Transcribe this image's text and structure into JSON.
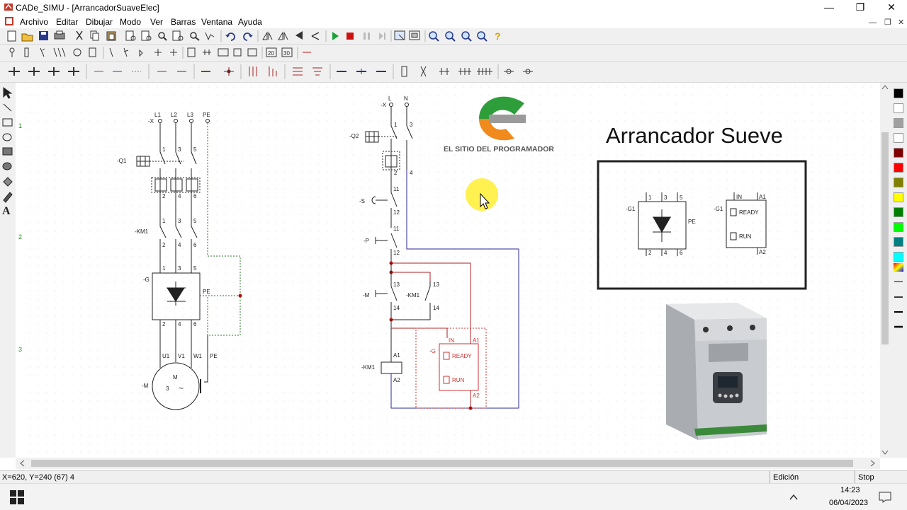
{
  "window": {
    "title": "CADe_SIMU - [ArrancadorSuaveElec]",
    "controls": {
      "minimize": "—",
      "maximize": "❐",
      "close": "✕"
    }
  },
  "menu": {
    "items": [
      {
        "label": "Archivo"
      },
      {
        "label": "Editar"
      },
      {
        "label": "Dibujar"
      },
      {
        "label": "Modo"
      },
      {
        "label": "Ver"
      },
      {
        "label": "Barras"
      },
      {
        "label": "Ventana"
      },
      {
        "label": "Ayuda"
      }
    ]
  },
  "toolbar1": {
    "icons": [
      "new-icon",
      "open-icon",
      "save-icon",
      "print-icon",
      "cut-icon",
      "copy-icon",
      "paste-icon",
      "print-preview-icon",
      "zoom-page-icon",
      "find-icon",
      "find-next-icon",
      "select-icon",
      "undo-icon",
      "redo-icon",
      "mirror-icon",
      "flip-icon",
      "rotate-icon",
      "play-icon",
      "stop-icon",
      "pause-icon",
      "step-icon",
      "select-window-icon",
      "multi-window-icon",
      "zoom-in-icon",
      "zoom-out-icon",
      "zoom-fit-icon",
      "zoom-window-icon",
      "help-icon"
    ]
  },
  "ruler": {
    "marks": [
      "1",
      "2",
      "3"
    ]
  },
  "drawing": {
    "power": {
      "lines": [
        "L1",
        "L2",
        "L3",
        "PE"
      ],
      "x_tag": "-X",
      "q1": "-Q1",
      "km1": "-KM1",
      "g": "-G",
      "motor": "-M",
      "pe": "PE",
      "terms_top": [
        "1",
        "3",
        "5"
      ],
      "terms_bot": [
        "2",
        "4",
        "6"
      ],
      "motor_terms": [
        "U1",
        "V1",
        "W1",
        "PE"
      ],
      "motor_m": "M",
      "motor_3": "3",
      "motor_wave": "~"
    },
    "control": {
      "supply": [
        "L",
        "N"
      ],
      "x_tag": "-X",
      "q2": "-Q2",
      "s": "-S",
      "p": "-P",
      "m": "-M",
      "km1": "-KM1",
      "coil": "-KM1",
      "g": "-G",
      "terms": {
        "one": "1",
        "two": "2",
        "three": "3",
        "four": "4",
        "eleven": "11",
        "twelve": "12",
        "thirteen": "13",
        "fourteen": "14",
        "a1": "A1",
        "a2": "A2",
        "in": "IN"
      },
      "ready": "READY",
      "run": "RUN"
    },
    "logo": {
      "text": "EL SITIO DEL PROGRAMADOR"
    },
    "heading": "Arrancador Sueve",
    "legend": {
      "g1": "-G1",
      "pe": "PE",
      "terms_top": [
        "1",
        "3",
        "5"
      ],
      "terms_bot": [
        "2",
        "4",
        "6"
      ],
      "in": "IN",
      "a1": "A1",
      "a2": "A2",
      "ready": "READY",
      "run": "RUN"
    }
  },
  "palette": {
    "colors": [
      "#000000",
      "#ffffff",
      "#a0a0a0",
      "#ffffff",
      "#800000",
      "#ff0000",
      "#808000",
      "#ffff00",
      "#008000",
      "#00ff00",
      "#008080",
      "#00ffff"
    ]
  },
  "status": {
    "coords": "X=620, Y=240 (67) 4",
    "mode": "Edición",
    "state": "Stop"
  },
  "taskbar": {
    "time": "14:23",
    "date": "06/04/2023"
  }
}
